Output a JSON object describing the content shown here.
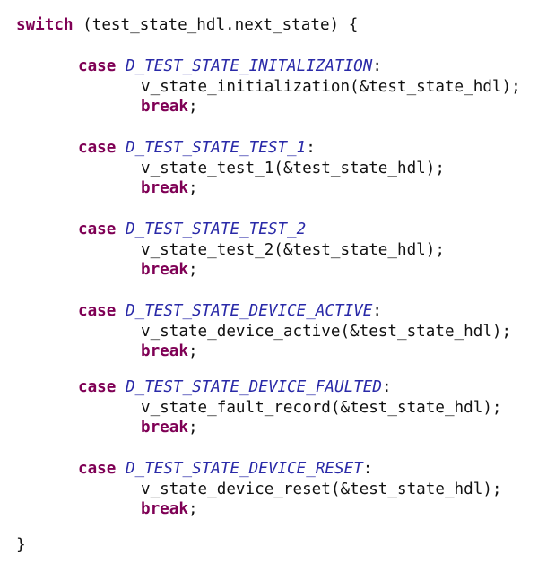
{
  "code": {
    "switch_kw": "switch",
    "switch_expr": " (test_state_hdl.next_state) {",
    "case_kw": "case",
    "break_stmt": "break",
    "semicolon": ";",
    "cases": [
      {
        "label": "D_TEST_STATE_INITALIZATION",
        "suffix": ":",
        "call": "v_state_initialization(&test_state_hdl);"
      },
      {
        "label": "D_TEST_STATE_TEST_1",
        "suffix": ":",
        "call": "v_state_test_1(&test_state_hdl);"
      },
      {
        "label": "D_TEST_STATE_TEST_2",
        "suffix": "",
        "call": "v_state_test_2(&test_state_hdl);"
      },
      {
        "label": "D_TEST_STATE_DEVICE_ACTIVE",
        "suffix": ":",
        "call": "v_state_device_active(&test_state_hdl);"
      },
      {
        "label": "D_TEST_STATE_DEVICE_FAULTED",
        "suffix": ":",
        "call": "v_state_fault_record(&test_state_hdl);"
      },
      {
        "label": "D_TEST_STATE_DEVICE_RESET",
        "suffix": ":",
        "call": "v_state_device_reset(&test_state_hdl);"
      }
    ],
    "closing_brace": "}"
  },
  "colors": {
    "keyword": "#7f0055",
    "constant": "#2a2aa8",
    "text": "#111111"
  }
}
